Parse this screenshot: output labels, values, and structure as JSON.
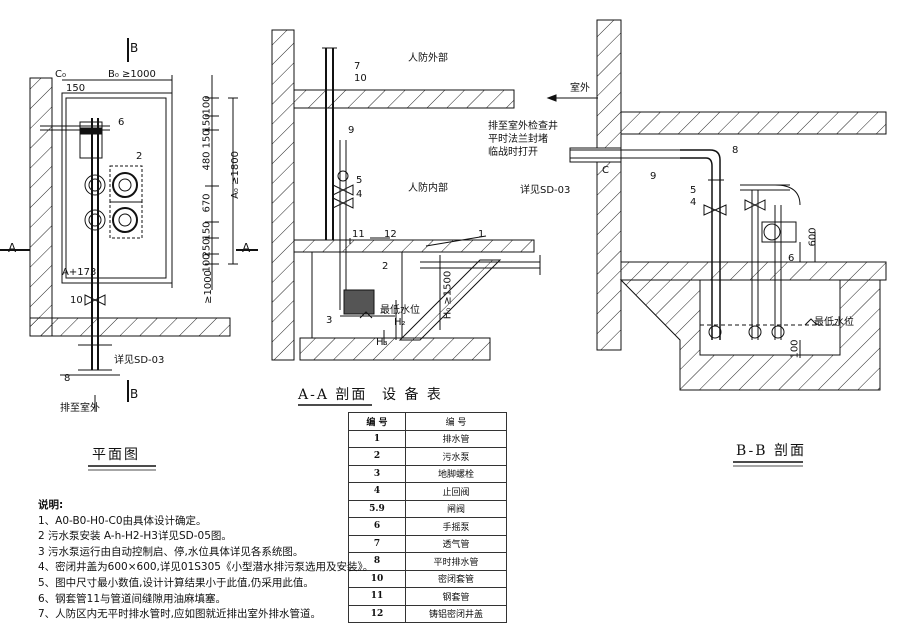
{
  "plan": {
    "title": "平面图",
    "section_marks": [
      "A",
      "A",
      "B",
      "B"
    ],
    "dims": {
      "c0": "C₀",
      "b0": "B₀ ≥1000",
      "d150a": "150",
      "d100a": "100",
      "d150b": "150",
      "d150c": "150",
      "d480": "480",
      "d670": "670",
      "d150d": "150",
      "d250": "250",
      "d100b": "100",
      "a0": "A₀ ≥1800",
      "aplus": "A+173",
      "ge1000": "≥1000"
    },
    "item_marks": [
      "6",
      "2",
      "10",
      "8"
    ],
    "see_ref": "详见SD-03",
    "to_outdoor": "排至室外"
  },
  "aa": {
    "title": "A-A 剖面",
    "zone_outside": "人防外部",
    "zone_inside": "人防内部",
    "item_marks": [
      "7",
      "10",
      "9",
      "5",
      "4",
      "11",
      "12",
      "1",
      "2",
      "3"
    ],
    "min_level": "最低水位",
    "h0": "H₀ ≥1500",
    "h2": "H₂",
    "h3": "H₃"
  },
  "bb": {
    "title": "B-B 剖面",
    "outdoor": "室外",
    "note_lines": [
      "排至室外检查井",
      "平时法兰封堵",
      "临战时打开"
    ],
    "see_ref": "详见SD-03",
    "item_marks": [
      "9",
      "8",
      "5",
      "4",
      "6"
    ],
    "d600": "600",
    "min_level": "最低水位",
    "d100": "100",
    "c_mark": "C"
  },
  "equipment": {
    "title": "设 备 表",
    "header": [
      "编 号",
      "编 号"
    ],
    "rows": [
      [
        "1",
        "排水管"
      ],
      [
        "2",
        "污水泵"
      ],
      [
        "3",
        "地脚螺栓"
      ],
      [
        "4",
        "止回阀"
      ],
      [
        "5.9",
        "闸阀"
      ],
      [
        "6",
        "手摇泵"
      ],
      [
        "7",
        "透气管"
      ],
      [
        "8",
        "平时排水管"
      ],
      [
        "10",
        "密闭套管"
      ],
      [
        "11",
        "钢套管"
      ],
      [
        "12",
        "铸铝密闭井盖"
      ]
    ]
  },
  "notes": {
    "title": "说明:",
    "lines": [
      "1、A0-B0-H0-C0由具体设计确定。",
      "2 污水泵安装 A-h-H2-H3详见SD-05图。",
      "3 污水泵运行由自动控制启、停,水位具体详见各系统图。",
      "4、密闭井盖为600×600,详见01S305《小型潜水排污泵选用及安装》。",
      "5、图中尺寸最小数值,设计计算结果小于此值,仍采用此值。",
      "6、钢套管11与管道间缝隙用油麻填塞。",
      "7、人防区内无平时排水管时,应如图就近排出室外排水管道。"
    ]
  }
}
